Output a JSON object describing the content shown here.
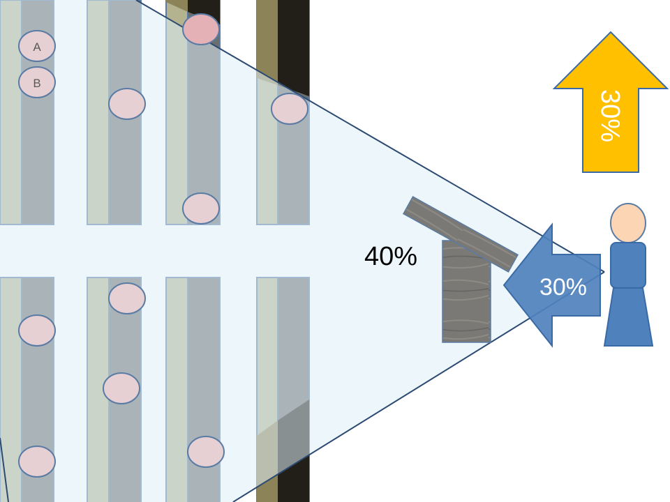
{
  "labels": {
    "seat_a": "A",
    "seat_b": "B",
    "desk_percent": "40%",
    "left_arrow_percent": "30%",
    "up_arrow_percent": "30%"
  },
  "colors": {
    "seat_light": "#b3b38f",
    "seat_light_dark": "#8c8458",
    "seat_dark": "#6a6e6c",
    "seat_black": "#221e18",
    "seat_border": "#5a7ba3",
    "person": "#4f81bd",
    "person_head": "#fcd5b4",
    "up_arrow": "#ffc000",
    "cone_fill": "#dfeef7",
    "cone_stroke": "#2c4a72",
    "desk": "#7a7873"
  }
}
